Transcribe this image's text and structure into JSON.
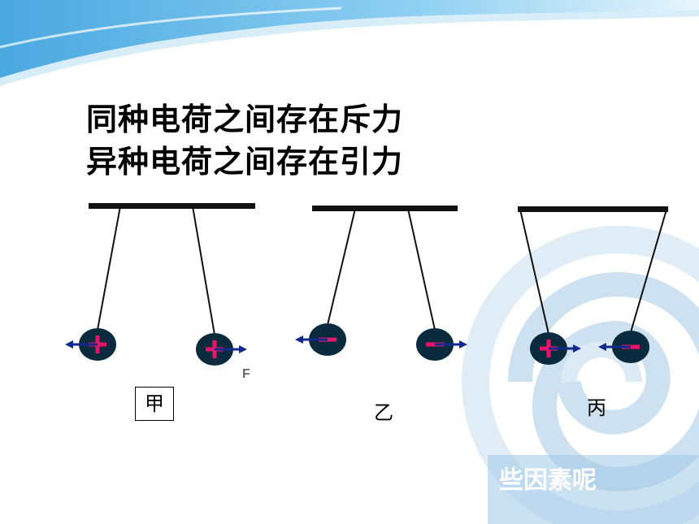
{
  "heading": {
    "line1": "同种电荷之间存在斥力",
    "line2": "异种电荷之间存在引力"
  },
  "captions": {
    "a": "甲",
    "b": "乙",
    "c": "丙"
  },
  "force_label": "F",
  "bottom_text": "些因素呢",
  "colors": {
    "sphere": "#0a2a3e",
    "sign": "#e8156b",
    "arrow": "#0f2a8c",
    "bar": "#111111",
    "swirl": "#b9d4ea",
    "header_wave": "#5fb5e8"
  },
  "diagram": {
    "setups": [
      {
        "caption": "甲",
        "charges": [
          "positive",
          "positive"
        ],
        "force": "repel"
      },
      {
        "caption": "乙",
        "charges": [
          "negative",
          "negative"
        ],
        "force": "repel"
      },
      {
        "caption": "丙",
        "charges": [
          "positive",
          "negative"
        ],
        "force": "attract"
      }
    ]
  }
}
